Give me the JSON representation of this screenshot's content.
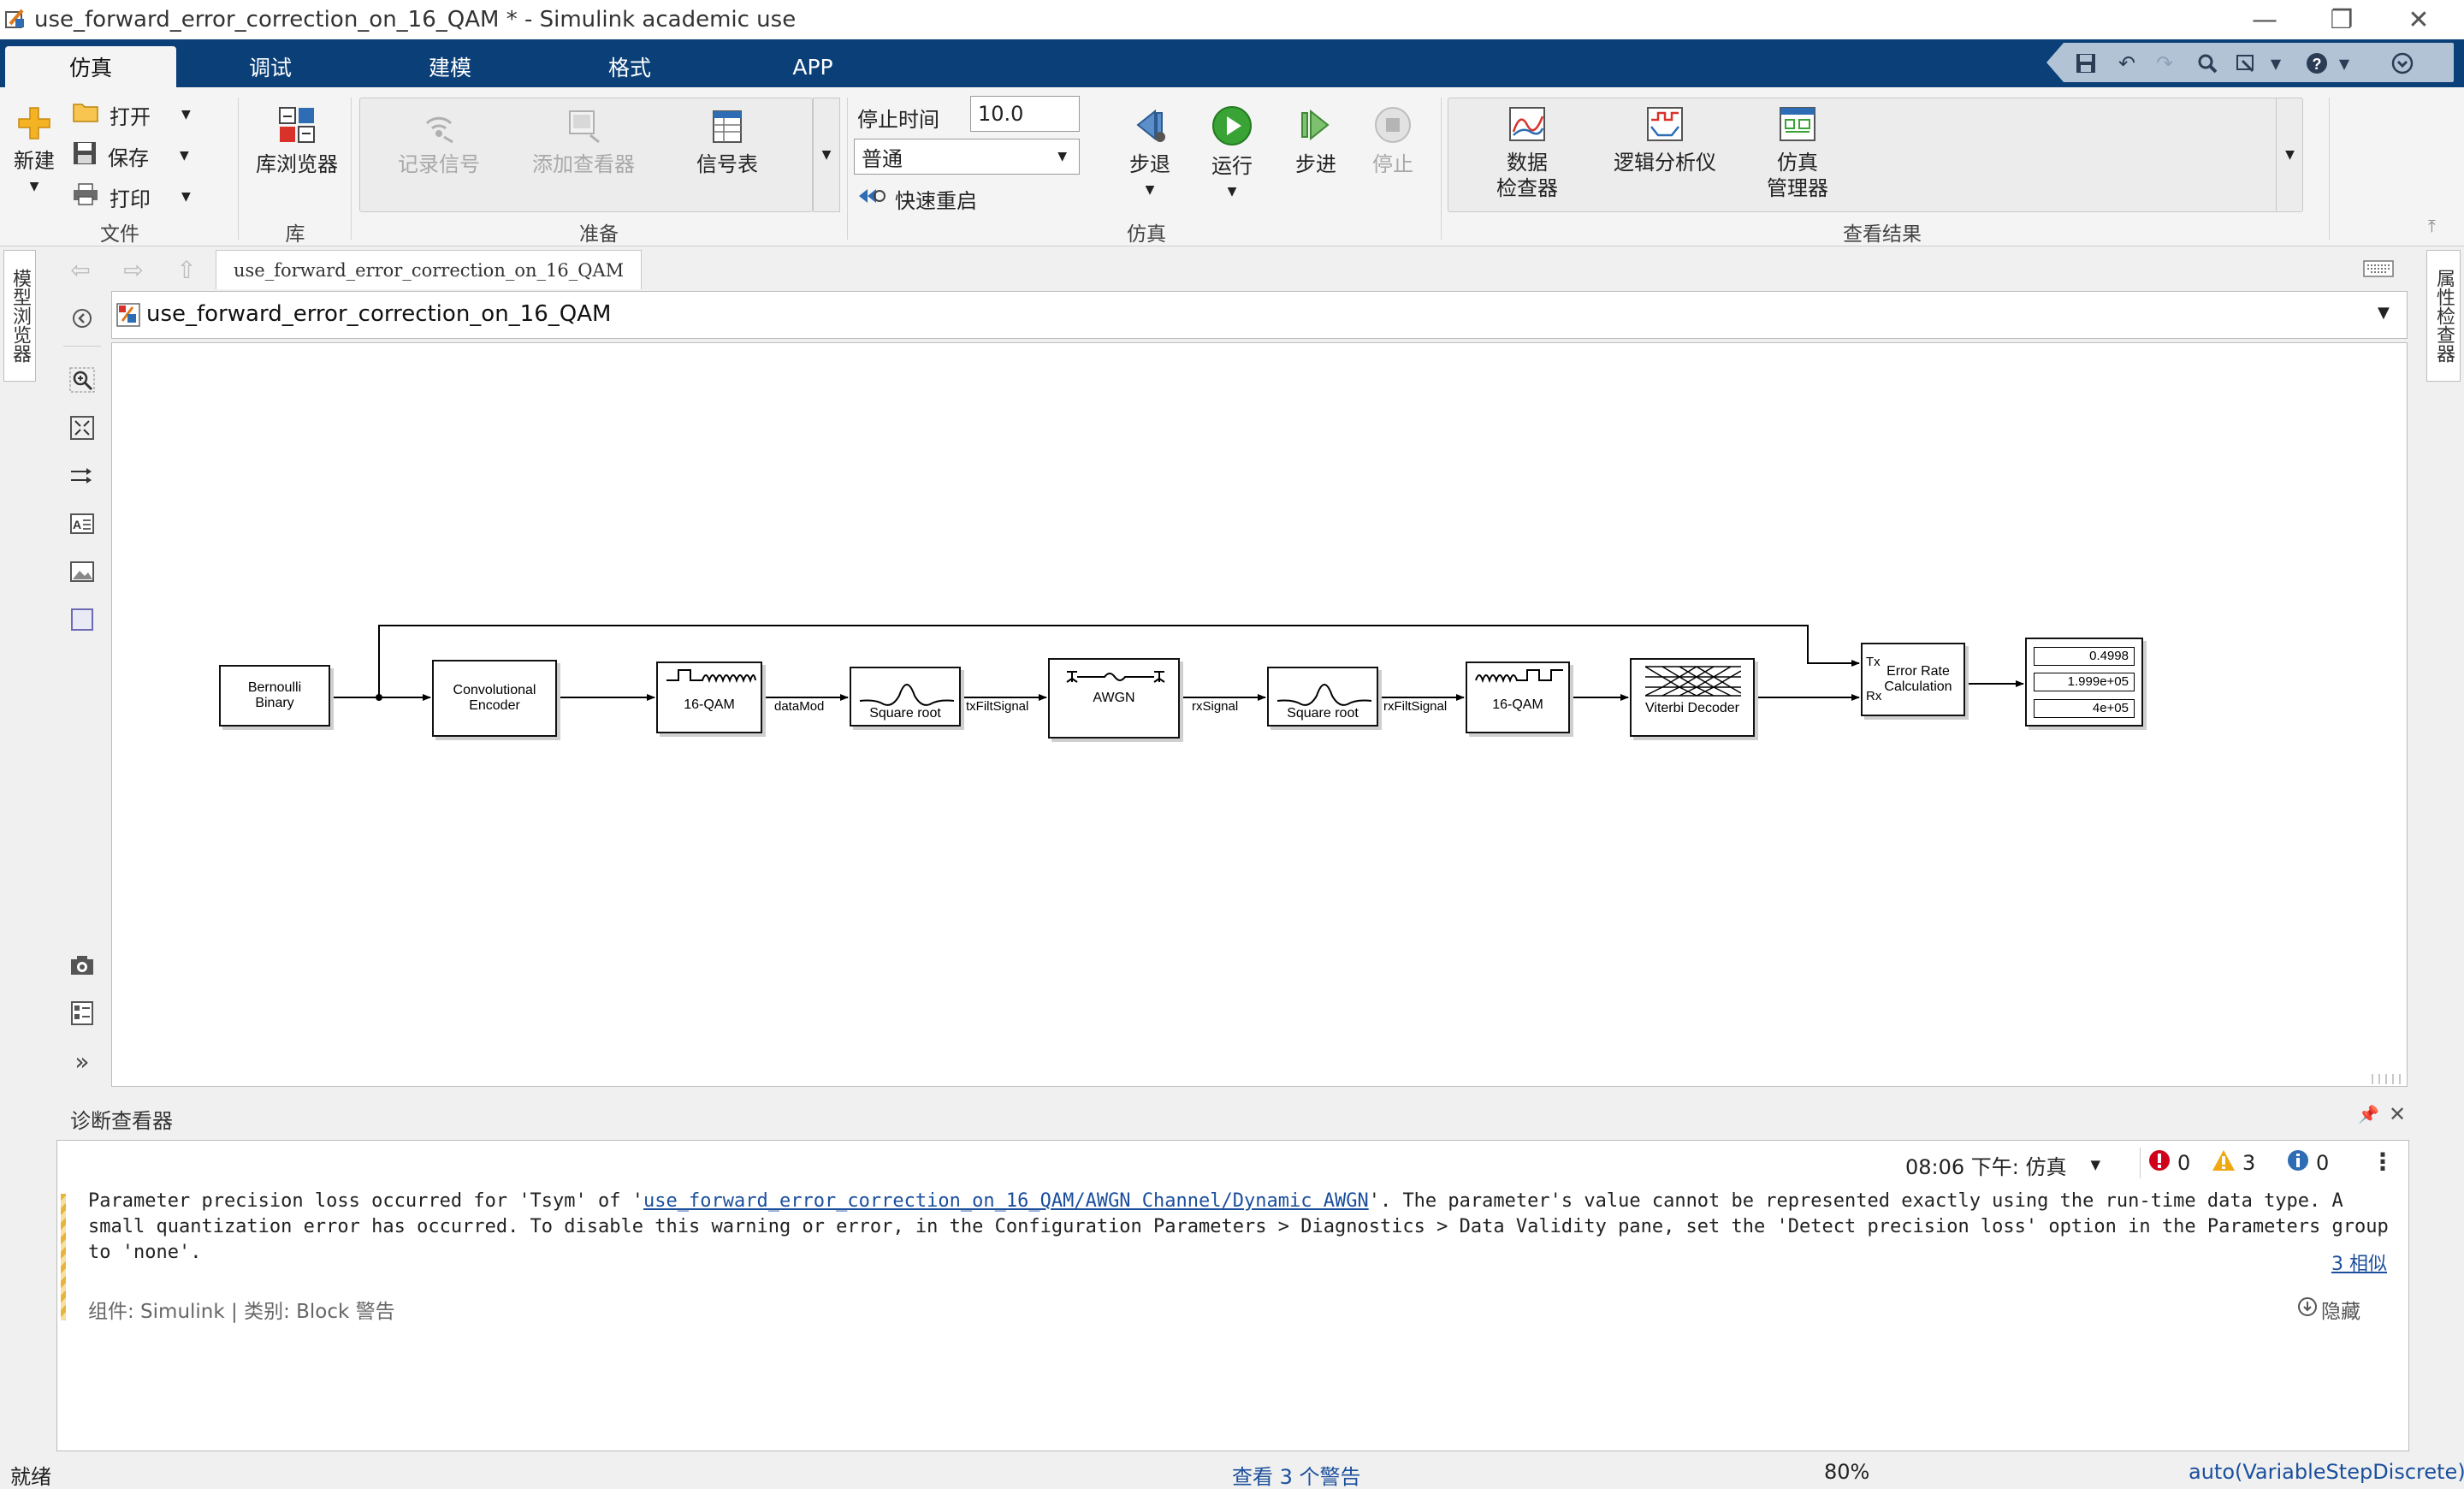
{
  "window": {
    "title": "use_forward_error_correction_on_16_QAM * - Simulink academic use",
    "minimize": "—",
    "maximize": "❐",
    "close": "✕"
  },
  "ribbon_tabs": [
    "仿真",
    "调试",
    "建模",
    "格式",
    "APP"
  ],
  "ribbon": {
    "file": {
      "new_label": "新建",
      "open_label": "打开",
      "save_label": "保存",
      "print_label": "打印",
      "section": "文件"
    },
    "library": {
      "browser_label": "库浏览器",
      "section": "库"
    },
    "prepare": {
      "log_signals": "记录信号",
      "add_viewer": "添加查看器",
      "signal_table": "信号表",
      "section": "准备"
    },
    "simulate": {
      "stop_time_label": "停止时间",
      "stop_time_value": "10.0",
      "mode_value": "普通",
      "fast_restart": "快速重启",
      "step_back": "步退",
      "run": "运行",
      "step_forward": "步进",
      "stop": "停止",
      "section": "仿真"
    },
    "review": {
      "data_inspector_line1": "数据",
      "data_inspector_line2": "检查器",
      "logic_analyzer": "逻辑分析仪",
      "sim_manager_line1": "仿真",
      "sim_manager_line2": "管理器",
      "section": "查看结果"
    }
  },
  "side_tabs": {
    "left": "模型浏览器",
    "right": "属性检查器"
  },
  "model": {
    "tab_name": "use_forward_error_correction_on_16_QAM",
    "address": "use_forward_error_correction_on_16_QAM"
  },
  "diagram": {
    "blocks": {
      "bernoulli_line1": "Bernoulli",
      "bernoulli_line2": "Binary",
      "conv_line1": "Convolutional",
      "conv_line2": "Encoder",
      "qam_mod": "16-QAM",
      "tx_filter": "Square root",
      "awgn": "AWGN",
      "rx_filter": "Square root",
      "qam_demod": "16-QAM",
      "viterbi": "Viterbi Decoder",
      "error_rate_line1": "Error Rate",
      "error_rate_line2": "Calculation",
      "tx_port": "Tx",
      "rx_port": "Rx"
    },
    "signals": {
      "data_mod": "dataMod",
      "tx_filt": "txFiltSignal",
      "rx_signal": "rxSignal",
      "rx_filt": "rxFiltSignal"
    },
    "display_values": [
      "0.4998",
      "1.999e+05",
      "4e+05"
    ]
  },
  "diagnostics": {
    "title": "诊断查看器",
    "time_filter": "08:06 下午: 仿真",
    "errors": "0",
    "warnings": "3",
    "infos": "0",
    "message_part1": "Parameter precision loss occurred for 'Tsym' of '",
    "message_link": "use_forward_error_correction_on_16_QAM/AWGN Channel/Dynamic AWGN",
    "message_part2": "'. The parameter's value cannot be represented exactly using the run-time data type. A",
    "message_line2": "small quantization error has occurred. To disable this warning or error, in the Configuration Parameters > Diagnostics > Data Validity pane, set the 'Detect precision loss' option in the Parameters group",
    "message_line3": "to 'none'.",
    "similar_link": "3 相似",
    "component": "组件:  Simulink | 类别:  Block 警告",
    "hide": "隐藏"
  },
  "status": {
    "left": "就绪",
    "center": "查看 3 个警告",
    "zoom": "80%",
    "solver": "auto(VariableStepDiscrete)"
  },
  "colors": {
    "ribbon_tab_bg": "#0a3f78",
    "link_blue": "#1b4f9c",
    "warning_stripe": "#e8b43a",
    "error_red": "#d0021b",
    "run_green": "#3aa335"
  }
}
